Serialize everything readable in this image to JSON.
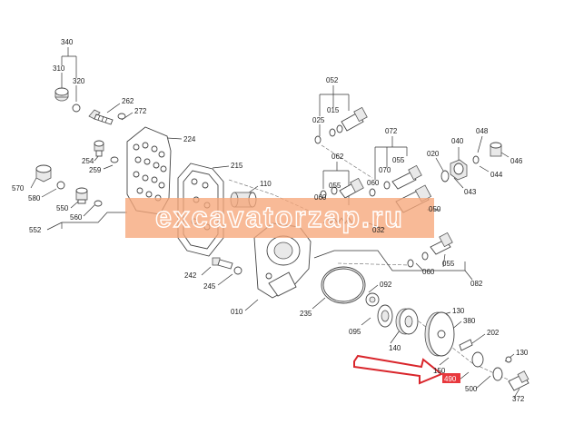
{
  "watermark": {
    "text": "excavatorzap.ru",
    "band_color": "#f6a77a"
  },
  "highlight_color": "#e8383d",
  "arrow_color": "#d9262c",
  "labels": {
    "l340": "340",
    "l310": "310",
    "l320": "320",
    "l262": "262",
    "l272": "272",
    "l224": "224",
    "l254": "254",
    "l259": "259",
    "l215": "215",
    "l570": "570",
    "l580": "580",
    "l550": "550",
    "l560": "560",
    "l552": "552",
    "l110": "110",
    "l242": "242",
    "l245": "245",
    "l010": "010",
    "l052": "052",
    "l025": "025",
    "l015": "015",
    "l062": "062",
    "l055a": "055",
    "l060a": "060",
    "l072": "072",
    "l070": "070",
    "l055b": "055",
    "l060b": "060",
    "l020": "020",
    "l040": "040",
    "l048": "048",
    "l046": "046",
    "l044": "044",
    "l043": "043",
    "l050": "050",
    "l032": "032",
    "l060c": "060",
    "l055c": "055",
    "l082": "082",
    "l235": "235",
    "l092": "092",
    "l095": "095",
    "l140": "140",
    "l130a": "130",
    "l380": "380",
    "l202": "202",
    "l150": "150",
    "l130b": "130",
    "l490": "490",
    "l500": "500",
    "l372": "372"
  }
}
